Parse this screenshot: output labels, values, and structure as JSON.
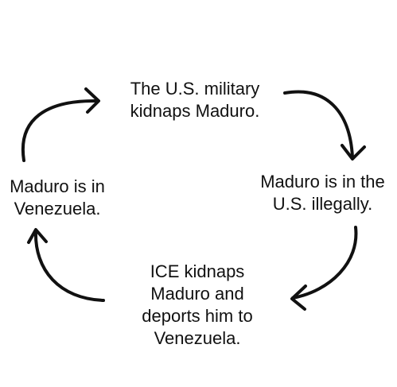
{
  "diagram": {
    "nodes": [
      {
        "id": "top",
        "lines": [
          "The U.S. military",
          "kidnaps Maduro."
        ]
      },
      {
        "id": "right",
        "lines": [
          "Maduro is in the",
          "U.S. illegally."
        ]
      },
      {
        "id": "bottom",
        "lines": [
          "ICE kidnaps",
          "Maduro and",
          "deports him to",
          "Venezuela."
        ]
      },
      {
        "id": "left",
        "lines": [
          "Maduro is in",
          "Venezuela."
        ]
      }
    ],
    "edges": [
      {
        "from": "top",
        "to": "right"
      },
      {
        "from": "right",
        "to": "bottom"
      },
      {
        "from": "bottom",
        "to": "left"
      },
      {
        "from": "left",
        "to": "top"
      }
    ],
    "colors": {
      "ink": "#111111",
      "background": "#ffffff"
    }
  }
}
